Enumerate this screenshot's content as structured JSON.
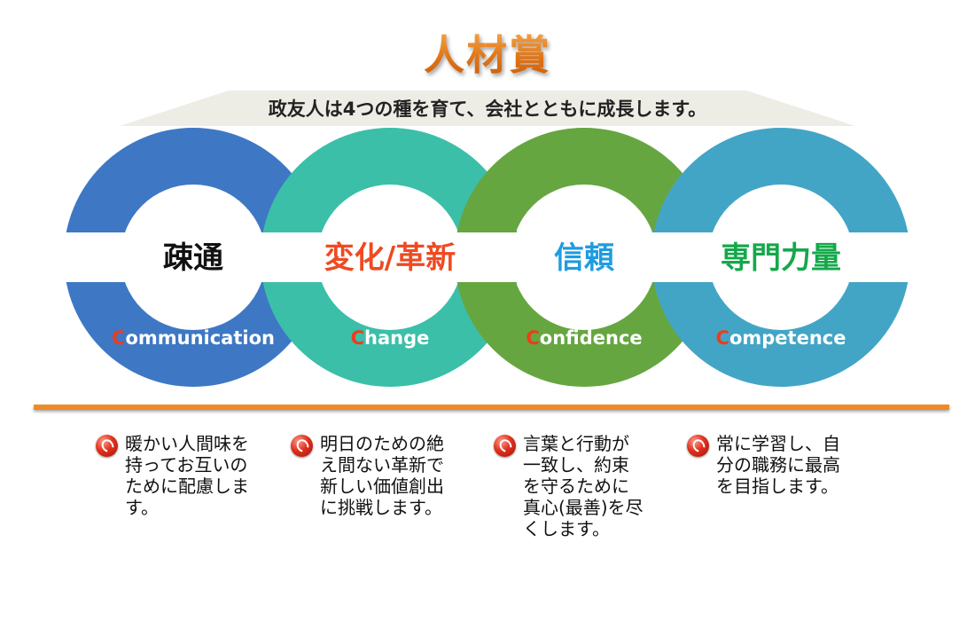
{
  "title": "人材賞",
  "subtitle": "政友人は4つの種を育て、会社とともに成長します。",
  "colors": {
    "title": "#e07416",
    "divider": "#ee8a28",
    "accent_letter": "#ef3b1c",
    "banner": "#eeede5"
  },
  "pillars": [
    {
      "name": "疎通",
      "english_initial": "C",
      "english_rest": "ommunication",
      "ring_color": "#3e78c4",
      "name_color": "#111111",
      "description": "暖かい人間味を\n持ってお互いの\nために配慮しま\nす。"
    },
    {
      "name": "変化/革新",
      "english_initial": "C",
      "english_rest": "hange",
      "ring_color": "#3bbfa8",
      "name_color": "#ef4a22",
      "description": "明日のための絶\nえ間ない革新で\n新しい価値創出\nに挑戦します。"
    },
    {
      "name": "信頼",
      "english_initial": "C",
      "english_rest": "onfidence",
      "ring_color": "#66a640",
      "name_color": "#1f9ce0",
      "description": "言葉と行動が\n一致し、約束\nを守るために\n真心(最善)を尽\nくします。"
    },
    {
      "name": "専門力量",
      "english_initial": "C",
      "english_rest": "ompetence",
      "ring_color": "#43a5c5",
      "name_color": "#14a84a",
      "description": "常に学習し、自\n分の職務に最高\nを目指します。"
    }
  ]
}
